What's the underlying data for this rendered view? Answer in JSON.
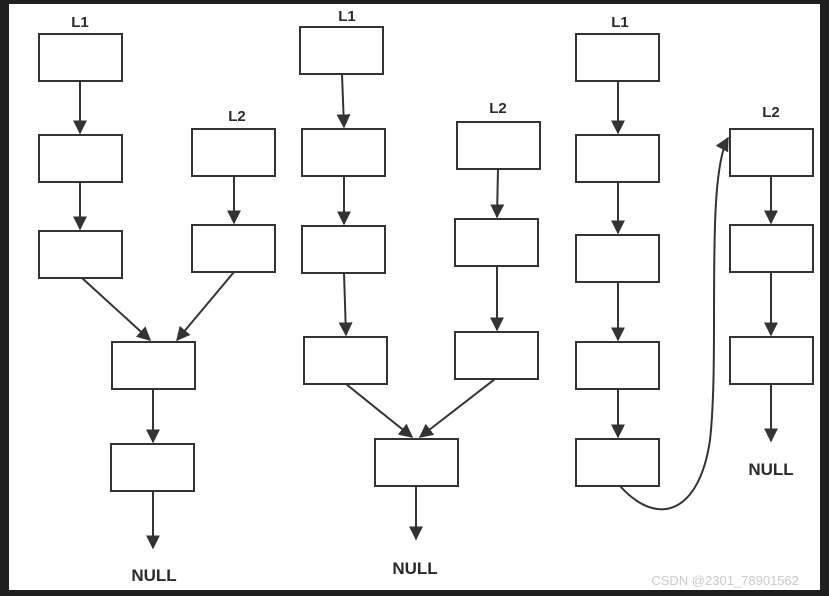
{
  "diagrams": [
    {
      "labels": {
        "l1": "L1",
        "l2": "L2"
      },
      "null_label": "NULL"
    },
    {
      "labels": {
        "l1": "L1",
        "l2": "L2"
      },
      "null_label": "NULL"
    },
    {
      "labels": {
        "l1": "L1",
        "l2": "L2"
      },
      "null_label": "NULL"
    }
  ],
  "watermark": "CSDN @2301_78901562",
  "colors": {
    "background": "#1f1f1f",
    "canvas": "#ffffff",
    "stroke": "#333333"
  }
}
